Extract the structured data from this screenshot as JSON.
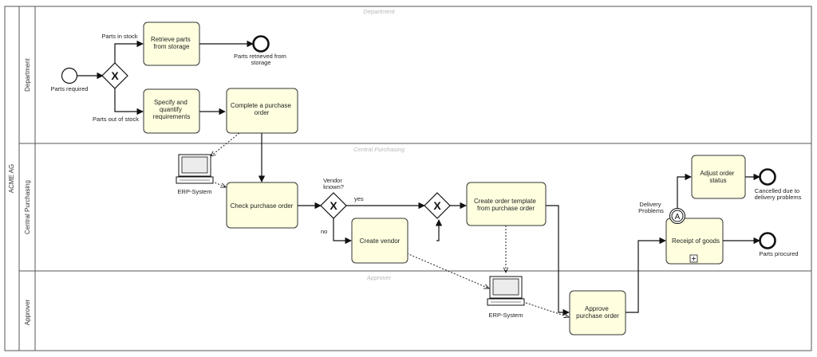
{
  "pool": {
    "name": "ACME AG"
  },
  "lanes": [
    {
      "id": "department",
      "label": "Department",
      "hint": "Department"
    },
    {
      "id": "central",
      "label": "Central Purchasing",
      "hint": "Central Purchasing"
    },
    {
      "id": "approver",
      "label": "Approver",
      "hint": "Approver"
    }
  ],
  "events": {
    "start": {
      "label": "Parts required"
    },
    "end_retrieved": {
      "label": [
        "Parts retrieved from",
        "storage"
      ]
    },
    "end_cancelled": {
      "label": [
        "Cancelled due to",
        "delivery problems"
      ]
    },
    "end_procured": {
      "label": "Parts procured"
    },
    "boundary": {
      "label": [
        "Delivery",
        "Problems"
      ],
      "symbol": "A"
    }
  },
  "tasks": {
    "retrieve": {
      "label": [
        "Retrieve parts",
        "from storage"
      ]
    },
    "specify": {
      "label": [
        "Specify and",
        "quantify",
        "requirements"
      ]
    },
    "complete_po": {
      "label": [
        "Complete a purchase",
        "order"
      ]
    },
    "check_po": {
      "label": [
        "Check purchase order"
      ]
    },
    "create_vendor": {
      "label": [
        "Create vendor"
      ]
    },
    "create_template": {
      "label": [
        "Create order template",
        "from purchase order"
      ]
    },
    "approve_po": {
      "label": [
        "Approve",
        "purchase order"
      ]
    },
    "adjust_status": {
      "label": [
        "Adjust order",
        "status"
      ]
    },
    "receipt": {
      "label": [
        "Receipt of goods"
      ]
    }
  },
  "gateways": {
    "stock": {
      "label": "",
      "symbol": "X"
    },
    "vendor": {
      "label": [
        "Vendor",
        "known?"
      ],
      "symbol": "X"
    },
    "merge": {
      "label": "",
      "symbol": "X"
    }
  },
  "flow_labels": {
    "in_stock": "Parts in stock",
    "out_of_stock": "Parts out of stock",
    "yes": "yes",
    "no": "no"
  },
  "systems": {
    "erp_central": {
      "label": "ERP-System",
      "icon": "computer-icon"
    },
    "erp_approver": {
      "label": "ERP-System",
      "icon": "computer-icon"
    }
  },
  "colors": {
    "task_fill": "#ffffe0",
    "task_stroke": "#333333",
    "line": "#111111",
    "lane_border": "#555555"
  }
}
